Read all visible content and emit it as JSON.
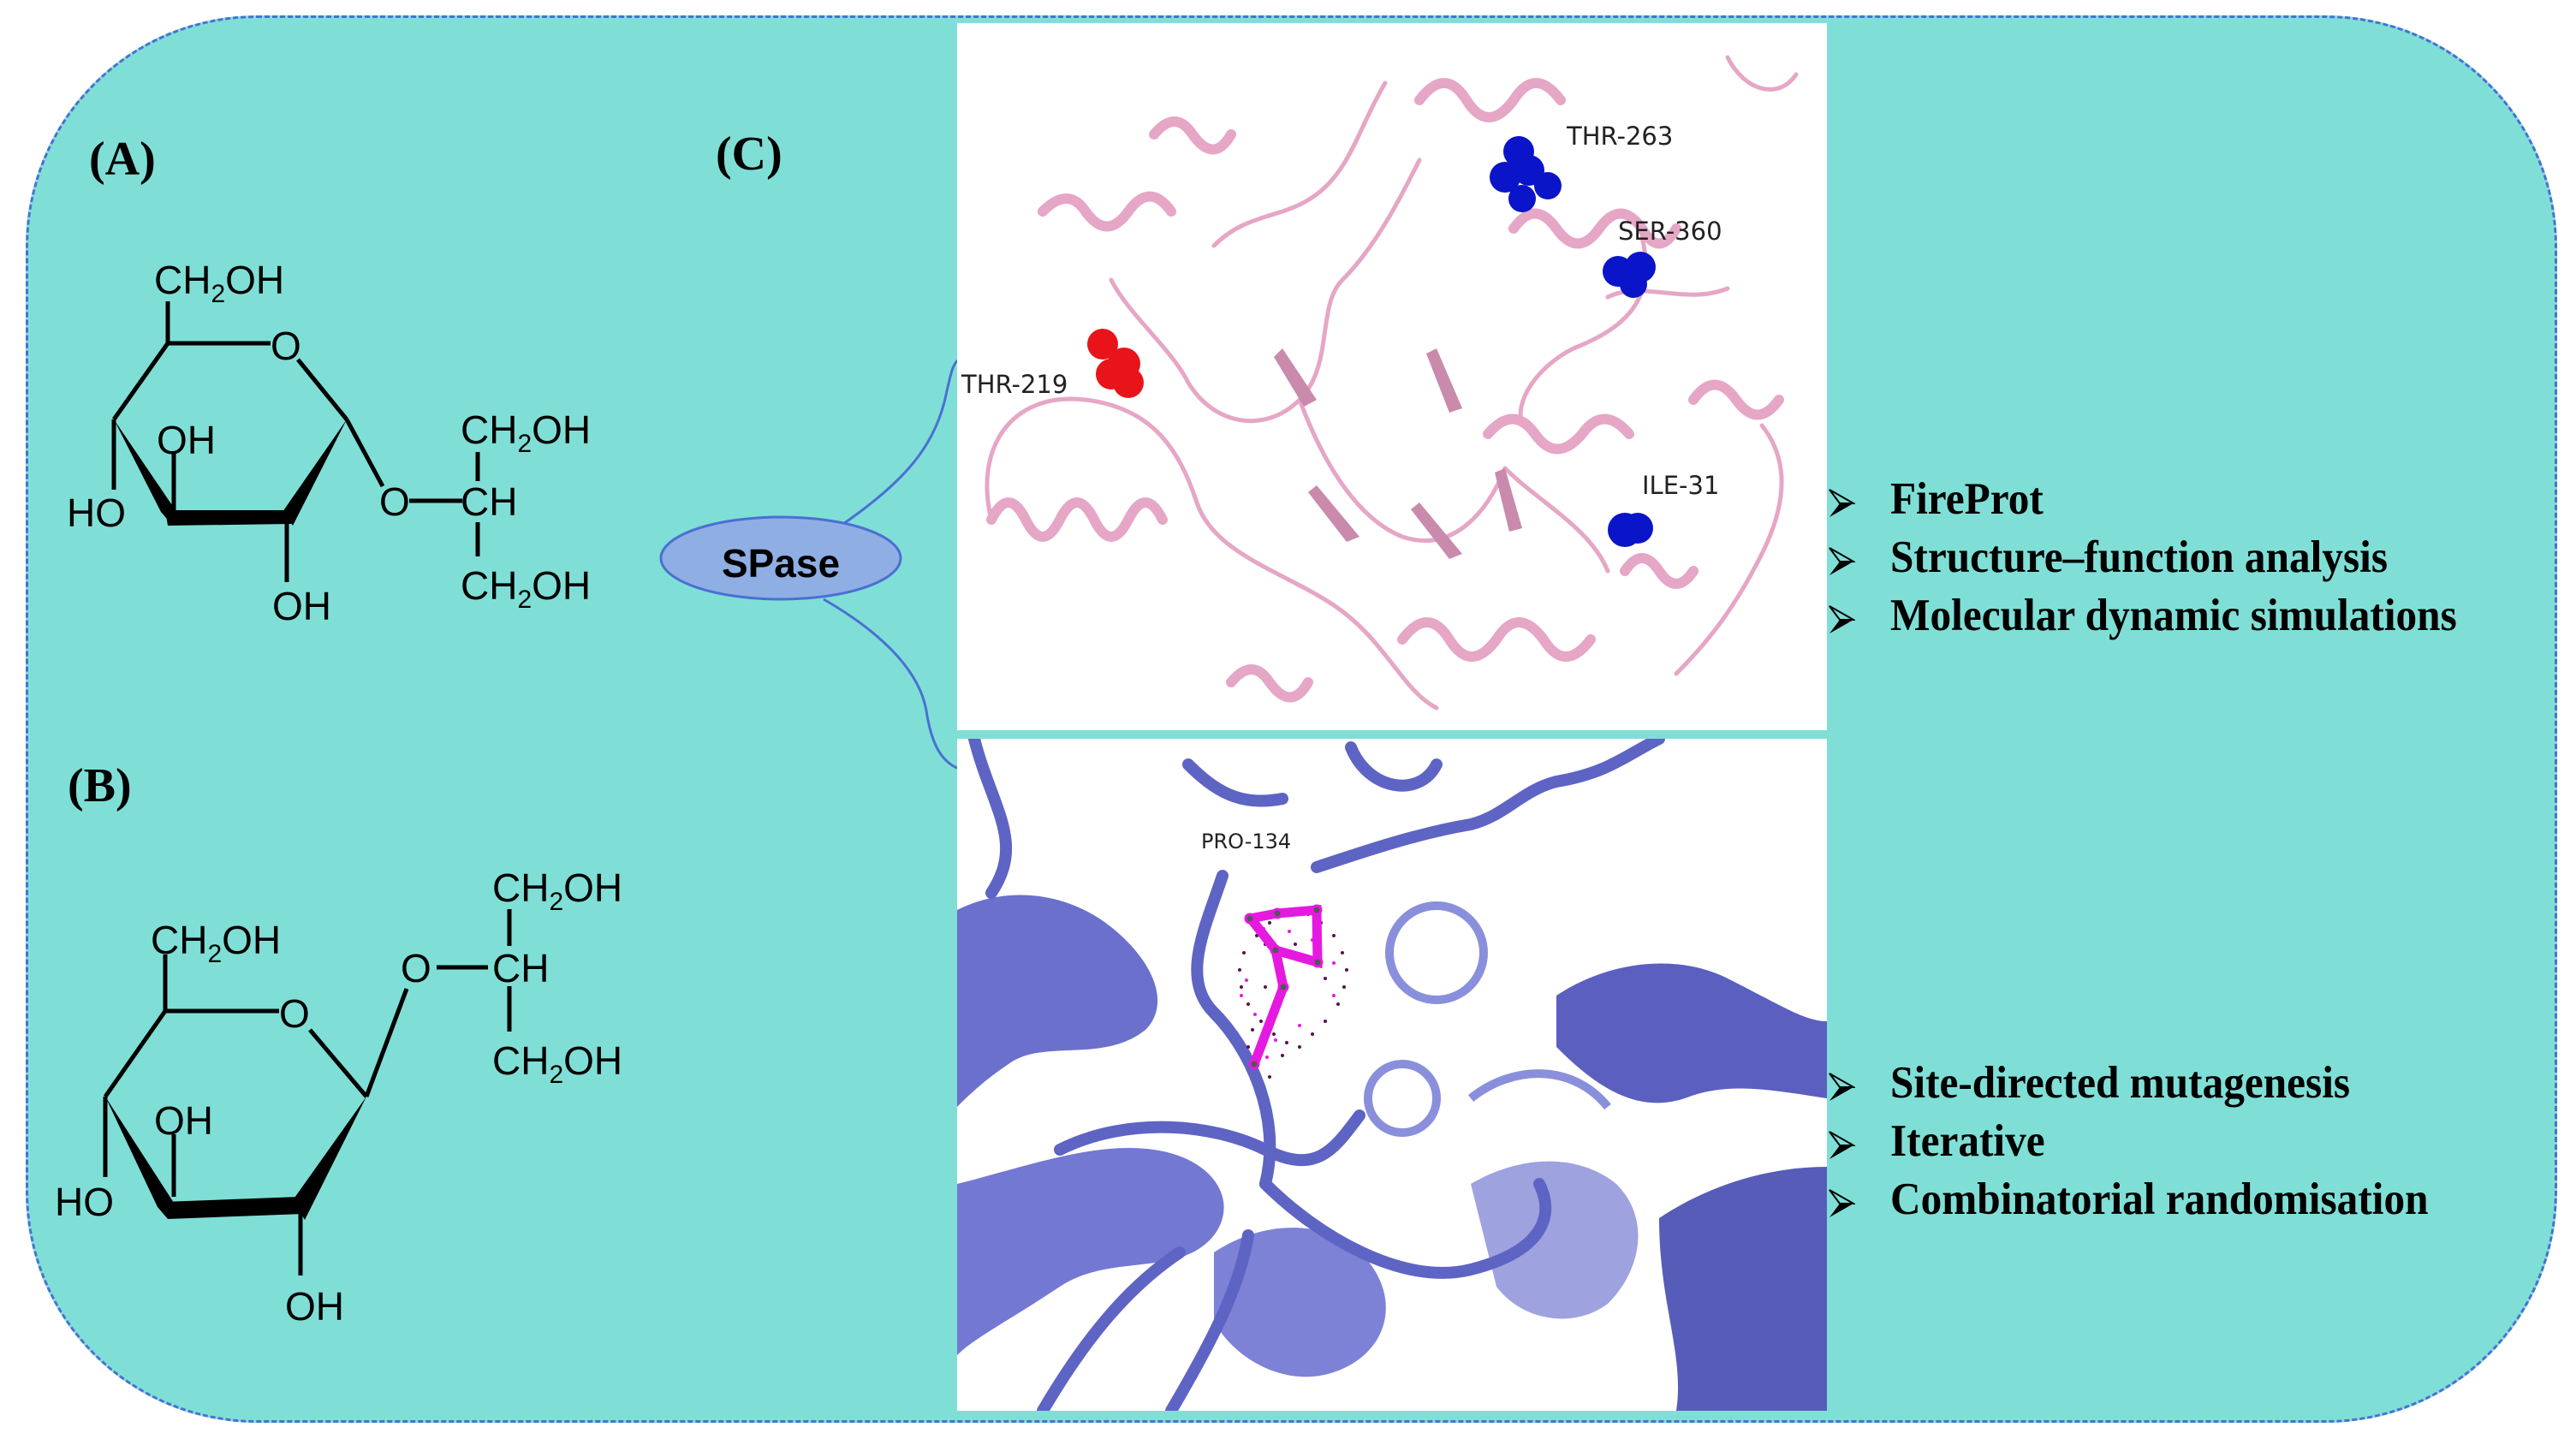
{
  "figure": {
    "background_color": "#7fdfd6",
    "border_color": "#4a70d2",
    "panels": {
      "A": {
        "label": "(A)",
        "structure": {
          "name": "alpha-glycosyl glycerol",
          "ring_oxygen": "O",
          "top_substituent": "CH2OH",
          "top_substituent_parts": {
            "main": "CH",
            "sub": "2",
            "tail": "OH"
          },
          "hydroxyls": [
            "OH",
            "HO",
            "OH"
          ],
          "glycosidic_oxygen": "O",
          "glycerol_center": "CH",
          "glycerol_top": {
            "main": "CH",
            "sub": "2",
            "tail": "OH"
          },
          "glycerol_bottom": {
            "main": "CH",
            "sub": "2",
            "tail": "OH"
          }
        }
      },
      "B": {
        "label": "(B)",
        "structure": {
          "name": "beta-glycosyl glycerol",
          "ring_oxygen": "O",
          "top_substituent_parts": {
            "main": "CH",
            "sub": "2",
            "tail": "OH"
          },
          "hydroxyls": [
            "OH",
            "HO",
            "OH"
          ],
          "glycosidic_oxygen": "O",
          "glycerol_center": "CH",
          "glycerol_top": {
            "main": "CH",
            "sub": "2",
            "tail": "OH"
          },
          "glycerol_bottom": {
            "main": "CH",
            "sub": "2",
            "tail": "OH"
          }
        }
      },
      "C": {
        "label": "(C)",
        "hub": {
          "label": "SPase",
          "fill": "#8faee3",
          "stroke": "#4a70d2"
        },
        "top_structure": {
          "ribbon_color": "#e6a6c6",
          "residues": [
            {
              "label": "THR-263",
              "color": "#0a14c8"
            },
            {
              "label": "SER-360",
              "color": "#0a14c8"
            },
            {
              "label": "THR-219",
              "color": "#e8141a"
            },
            {
              "label": "ILE-31",
              "color": "#0a14c8"
            }
          ]
        },
        "bottom_structure": {
          "ribbon_color": "#6a70cc",
          "residues": [
            {
              "label": "PRO-134",
              "color": "#e619e0"
            }
          ]
        },
        "top_methods": [
          "FireProt",
          "Structure–function analysis",
          "Molecular dynamic simulations"
        ],
        "bottom_methods": [
          "Site-directed mutagenesis",
          "Iterative",
          "Combinatorial randomisation"
        ],
        "bullet_icon": "arrowhead-bullet-icon"
      }
    }
  }
}
